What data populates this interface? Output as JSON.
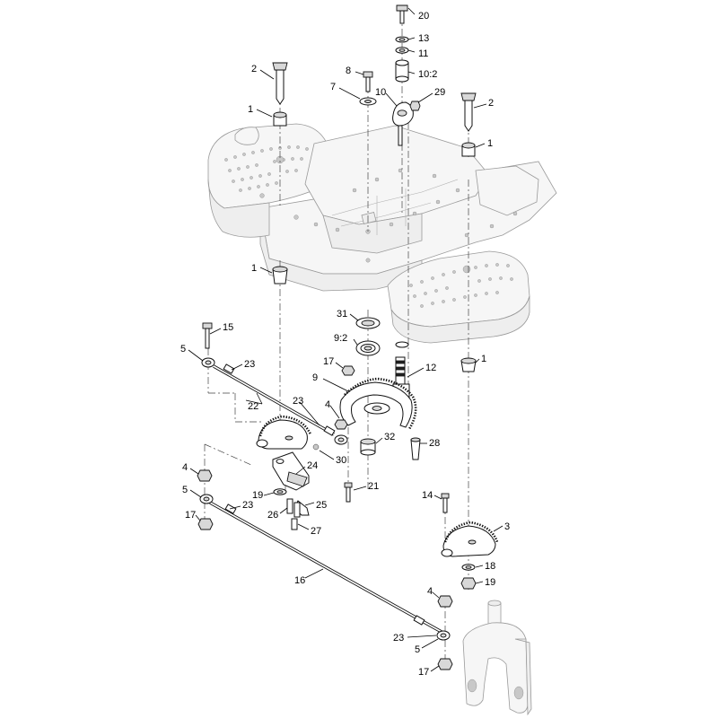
{
  "callouts": [
    {
      "label": "20"
    },
    {
      "label": "13"
    },
    {
      "label": "11"
    },
    {
      "label": "10:2"
    },
    {
      "label": "8"
    },
    {
      "label": "7"
    },
    {
      "label": "10"
    },
    {
      "label": "29"
    },
    {
      "label": "2"
    },
    {
      "label": "1"
    },
    {
      "label": "2"
    },
    {
      "label": "1"
    },
    {
      "label": "1"
    },
    {
      "label": "31"
    },
    {
      "label": "9:2"
    },
    {
      "label": "17"
    },
    {
      "label": "12"
    },
    {
      "label": "9"
    },
    {
      "label": "15"
    },
    {
      "label": "5"
    },
    {
      "label": "23"
    },
    {
      "label": "22"
    },
    {
      "label": "23"
    },
    {
      "label": "4"
    },
    {
      "label": "32"
    },
    {
      "label": "28"
    },
    {
      "label": "30"
    },
    {
      "label": "4"
    },
    {
      "label": "24"
    },
    {
      "label": "21"
    },
    {
      "label": "5"
    },
    {
      "label": "23"
    },
    {
      "label": "19"
    },
    {
      "label": "26"
    },
    {
      "label": "25"
    },
    {
      "label": "17"
    },
    {
      "label": "27"
    },
    {
      "label": "14"
    },
    {
      "label": "3"
    },
    {
      "label": "1"
    },
    {
      "label": "18"
    },
    {
      "label": "19"
    },
    {
      "label": "16"
    },
    {
      "label": "4"
    },
    {
      "label": "23"
    },
    {
      "label": "5"
    },
    {
      "label": "17"
    }
  ]
}
